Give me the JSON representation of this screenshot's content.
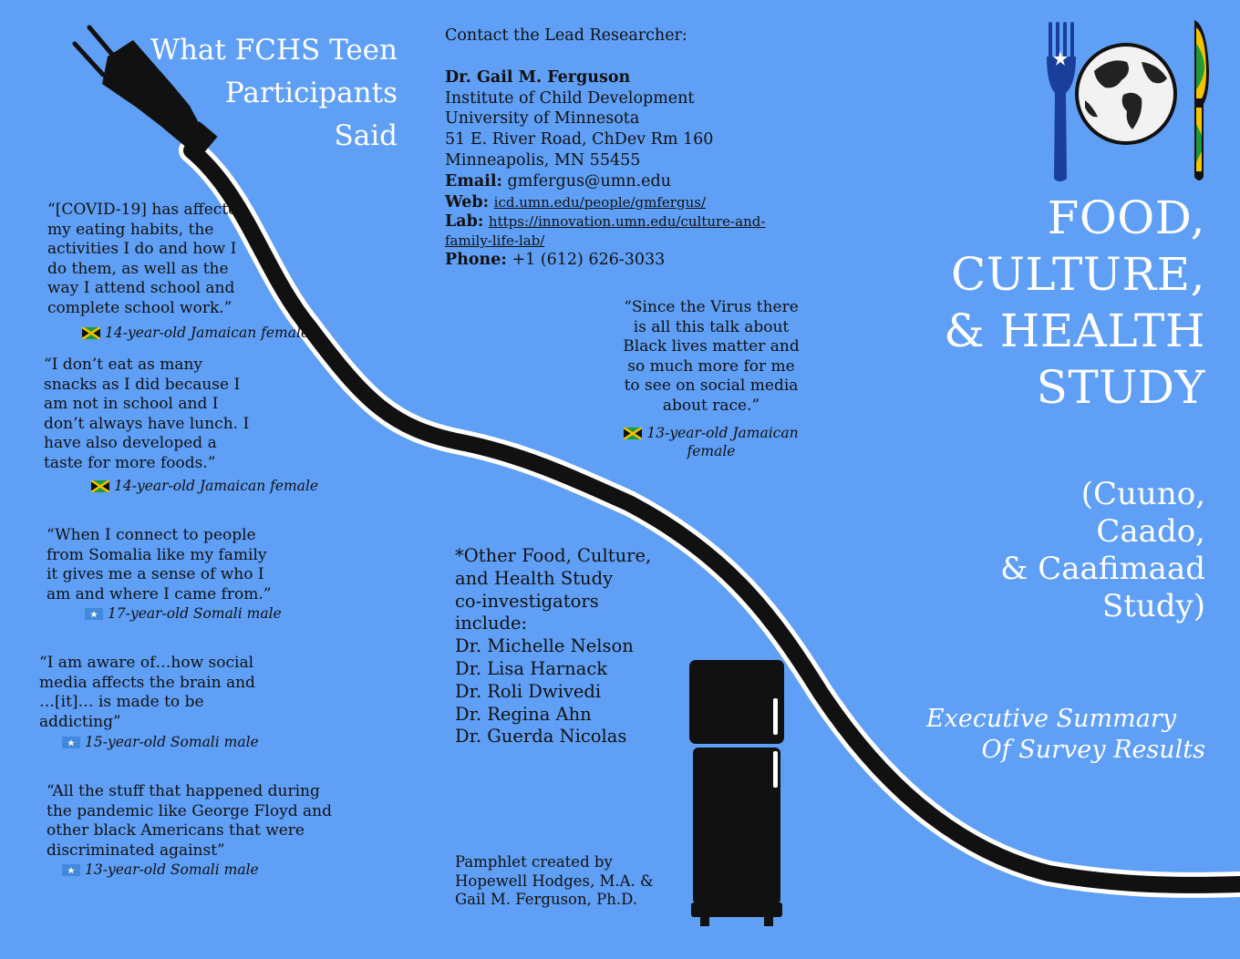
{
  "panel_left": {
    "title_lines": [
      "What FCHS Teen",
      "Participants",
      "Said"
    ]
  },
  "quotes": [
    {
      "lines": [
        "“[COVID-19] has affected",
        "my eating habits, the",
        "activities I do and how I",
        "do them, as well as the",
        "way I attend school and",
        "complete school work.”"
      ],
      "attribution": "14-year-old Jamaican female",
      "flag": "jamaica-flag-icon"
    },
    {
      "lines": [
        "“I don’t eat as many",
        "snacks as I did because I",
        "am not in school and I",
        "don’t always have lunch. I",
        "have also developed a",
        "taste for more foods.”"
      ],
      "attribution": "14-year-old Jamaican female",
      "flag": "jamaica-flag-icon"
    },
    {
      "lines": [
        "“When I connect to people",
        "from Somalia like my family",
        "it gives me a sense of who I",
        "am and where I came from.”"
      ],
      "attribution": "17-year-old Somali male",
      "flag": "somalia-flag-icon"
    },
    {
      "lines": [
        "“I am aware of…how social",
        "media affects the brain and",
        "…[it]… is made to be",
        "addicting”"
      ],
      "attribution": "15-year-old Somali male",
      "flag": "somalia-flag-icon"
    },
    {
      "lines": [
        "“All the stuff that happened during",
        "the pandemic like George Floyd and",
        "other black Americans that were",
        "discriminated against”"
      ],
      "attribution": "13-year-old Somali male",
      "flag": "somalia-flag-icon"
    },
    {
      "lines": [
        "“Since the Virus there",
        "is all this talk about",
        "Black lives matter and",
        "so much more for me",
        "to see on social media",
        "about race.”"
      ],
      "attribution_lines": [
        "13-year-old Jamaican",
        "female"
      ],
      "flag": "jamaica-flag-icon"
    }
  ],
  "contact": {
    "heading": "Contact the Lead Researcher:",
    "name": "Dr. Gail M. Ferguson",
    "address_lines": [
      "Institute of Child Development",
      "University of Minnesota",
      "51 E. River Road, ChDev Rm 160",
      "Minneapolis, MN 55455"
    ],
    "email_label": "Email:",
    "email": "gmfergus@umn.edu",
    "web_label": "Web:",
    "web": "icd.umn.edu/people/gmfergus/",
    "lab_label": "Lab:",
    "lab_line1": "https://innovation.umn.edu/culture-and-",
    "lab_line2": "family-life-lab/",
    "phone_label": "Phone:",
    "phone": "+1 (612) 626-3033"
  },
  "coinvestigators": {
    "intro_lines": [
      "*Other Food, Culture,",
      "and Health Study",
      "co-investigators",
      "include:"
    ],
    "names": [
      "Dr. Michelle Nelson",
      "Dr. Lisa Harnack",
      "Dr. Roli Dwivedi",
      "Dr. Regina Ahn",
      "Dr. Guerda Nicolas"
    ]
  },
  "credit_lines": [
    "Pamphlet created by",
    "Hopewell Hodges, M.A. &",
    "Gail M. Ferguson, Ph.D."
  ],
  "cover": {
    "title_lines": [
      "FOOD,",
      "CULTURE,",
      "& HEALTH",
      "STUDY"
    ],
    "alt_title_lines": [
      "(Cuuno,",
      "Caado,",
      "& Caafimaad",
      "Study)"
    ],
    "subtitle_lines": [
      "Executive Summary",
      "Of Survey Results"
    ]
  },
  "colors": {
    "background": "#5f9ff5",
    "cord": "#111111",
    "fork": "#1a3f9a",
    "jamaica_green": "#1f9a3a",
    "jamaica_gold": "#f4c300",
    "somalia_blue": "#4189dd"
  }
}
